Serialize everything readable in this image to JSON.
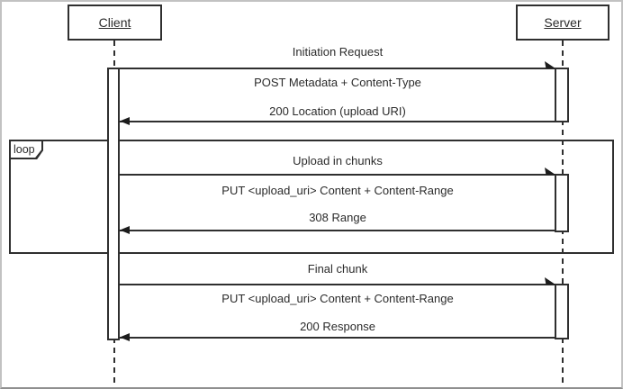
{
  "actors": {
    "client": "Client",
    "server": "Server"
  },
  "loop": {
    "label": "loop"
  },
  "exchanges": [
    {
      "title": "Initiation Request",
      "request": "POST Metadata + Content-Type",
      "response": "200 Location (upload URI)",
      "in_loop": false
    },
    {
      "title": "Upload in chunks",
      "request": "PUT <upload_uri> Content + Content-Range",
      "response": "308 Range",
      "in_loop": true
    },
    {
      "title": "Final chunk",
      "request": "PUT <upload_uri> Content + Content-Range",
      "response": "200 Response",
      "in_loop": false
    }
  ],
  "colors": {
    "line": "#2f2f2f",
    "background": "#ffffff",
    "frame_border": "#c2c2c2"
  }
}
